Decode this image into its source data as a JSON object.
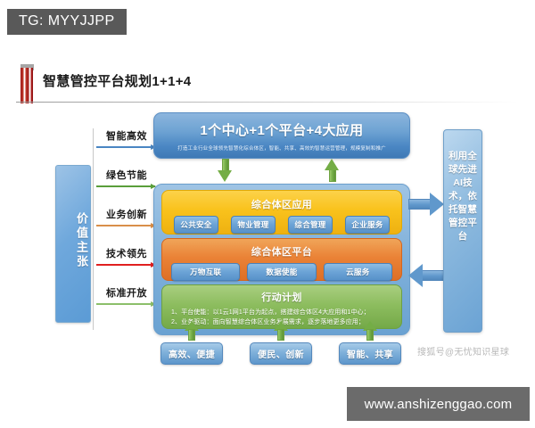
{
  "tg_banner": {
    "label": "TG: MYYJJPP"
  },
  "slide": {
    "title": "智慧管控平台规划1+1+4"
  },
  "value_panel": {
    "label": "价值主张"
  },
  "value_labels": [
    {
      "text": "智能高效",
      "color": "#4a86c3"
    },
    {
      "text": "绿色节能",
      "color": "#5a9e3a"
    },
    {
      "text": "业务创新",
      "color": "#d98f4a"
    },
    {
      "text": "技术领先",
      "color": "#e02020"
    },
    {
      "text": "标准开放",
      "color": "#8cbf6a"
    }
  ],
  "header": {
    "title": "1个中心+1个平台+4大应用",
    "subtitle": "打造工业行业全球领先智慧化综合体区，智能、共享、高效的智慧运营管理，规模复制和推广"
  },
  "connectors": {
    "down_arrow": "green-down-arrow",
    "up_arrow": "green-up-arrow"
  },
  "bands": [
    {
      "title": "综合体区应用",
      "chips": [
        "公共安全",
        "物业管理",
        "综合管理",
        "企业服务"
      ]
    },
    {
      "title": "综合体区平台",
      "chips": [
        "万物互联",
        "数据使能",
        "云服务"
      ]
    }
  ],
  "action_plan": {
    "title": "行动计划",
    "lines": [
      "1、平台使能：以1云1网1平台为起点，搭建综合体区4大应用和1中心；",
      "2、业务驱动：面向智慧综合体区业务发展需求，逐步落地更多应用；"
    ]
  },
  "bottom_tags": [
    "高效、便捷",
    "便民、创新",
    "智能、共享"
  ],
  "right_panel": {
    "label": "利用全球先进AI技术，依托智慧管控平台"
  },
  "watermarks": {
    "sohu": "搜狐号@无忧知识星球",
    "site": "www.anshizenggao.com"
  },
  "colors": {
    "accent_blue": "#5b9bd5",
    "band_yellow": "#f9c21c",
    "band_orange": "#ea8236",
    "band_green": "#8dbd5f",
    "title_red": "#c0392b",
    "banner_gray": "#595959"
  }
}
